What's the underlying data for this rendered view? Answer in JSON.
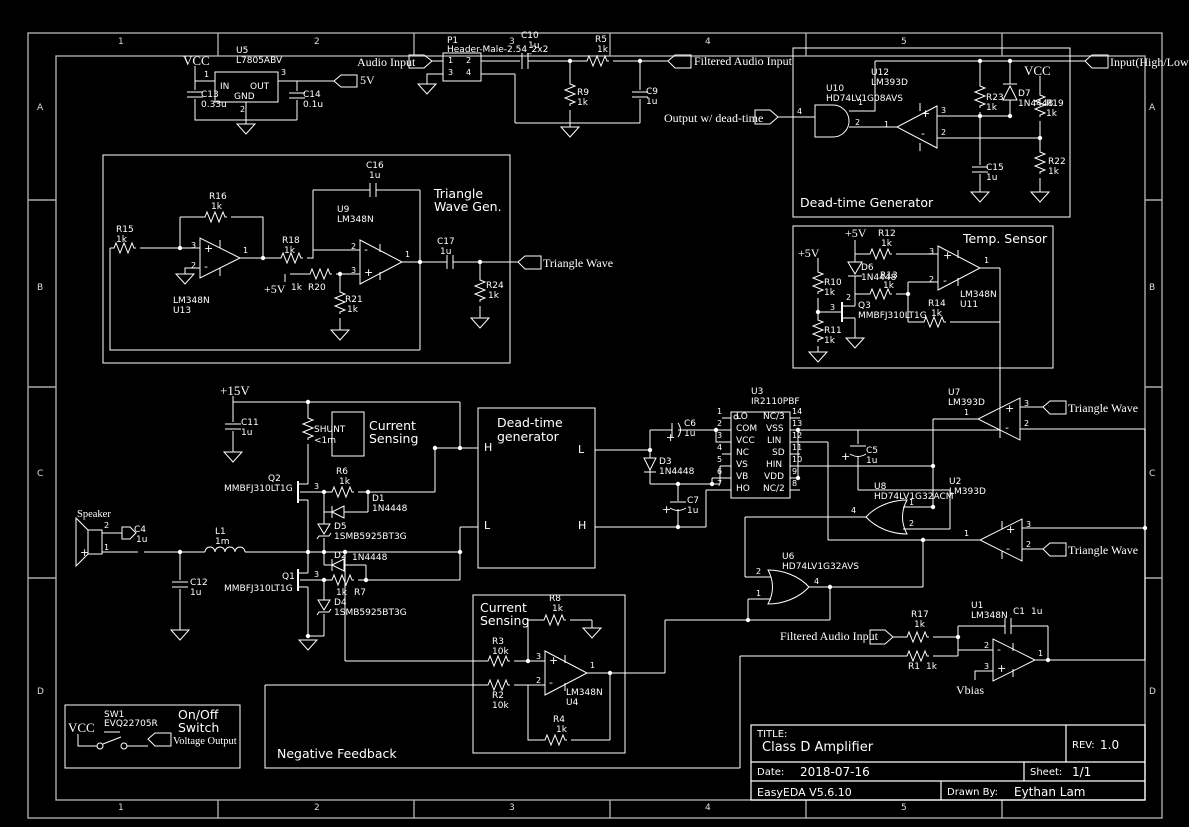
{
  "frame": {
    "cols": [
      "1",
      "2",
      "3",
      "4",
      "5"
    ],
    "rows": [
      "A",
      "B",
      "C",
      "D"
    ]
  },
  "title_block": {
    "title_label": "TITLE:",
    "title": "Class D Amplifier",
    "rev_label": "REV:",
    "rev": "1.0",
    "date_label": "Date:",
    "date": "2018-07-16",
    "sheet_label": "Sheet:",
    "sheet": "1/1",
    "tool": "EasyEDA V5.6.10",
    "drawn_by_label": "Drawn By:",
    "drawn_by": "Eythan Lam"
  },
  "sections": {
    "dead_time_generator": "Dead-time Generator",
    "triangle1": "Triangle",
    "triangle2": "Wave Gen.",
    "temp_sensor": "Temp. Sensor",
    "current1": "Current",
    "current2": "Sensing",
    "dtg1": "Dead-time",
    "dtg2": "generator",
    "onoff1": "On/Off",
    "onoff2": "Switch",
    "neg_fb": "Negative Feedback",
    "speaker": "Speaker"
  },
  "ports": {
    "audio_input": "Audio Input",
    "filtered_audio_input": "Filtered Audio Input",
    "output_dead_time": "Output w/ dead-time",
    "input_high_low": "Input(High/Low)",
    "triangle_wave": "Triangle Wave",
    "voltage_output": "Voltage Output",
    "v5": "5V"
  },
  "nets": {
    "vcc": "VCC",
    "p5": "+5V",
    "p15": "+15V",
    "vbias": "Vbias"
  },
  "pins": {
    "n1": "1",
    "n2": "2",
    "n3": "3",
    "n4": "4",
    "n5": "5",
    "n6": "6",
    "n7": "7",
    "n8": "8",
    "n9": "9",
    "n10": "10",
    "n11": "11",
    "n12": "12",
    "n13": "13",
    "n14": "14",
    "plus": "+",
    "minus": "-"
  },
  "reg": {
    "in": "IN",
    "out": "OUT",
    "gnd": "GND"
  },
  "dt": {
    "h": "H",
    "l": "L"
  },
  "u3": {
    "left": [
      "LO",
      "COM",
      "VCC",
      "NC",
      "VS",
      "VB",
      "HO"
    ],
    "right": [
      "NC/3",
      "VSS",
      "LIN",
      "SD",
      "HIN",
      "VDD",
      "NC/2"
    ]
  },
  "parts": {
    "U5": {
      "r": "U5",
      "v": "L7805ABV"
    },
    "C13": {
      "r": "C13",
      "v": "0.33u"
    },
    "C14": {
      "r": "C14",
      "v": "0.1u"
    },
    "P1": {
      "r": "P1",
      "v": "Header-Male-2.54_2x2"
    },
    "C10": {
      "r": "C10",
      "v": "1u"
    },
    "R5": {
      "r": "R5",
      "v": "1k"
    },
    "R9": {
      "r": "R9",
      "v": "1k"
    },
    "C9": {
      "r": "C9",
      "v": "1u"
    },
    "U10": {
      "r": "U10",
      "v": "HD74LV1G08AVS"
    },
    "U12": {
      "r": "U12",
      "v": "LM393D"
    },
    "R23": {
      "r": "R23",
      "v": "1k"
    },
    "D7": {
      "r": "D7",
      "v": "1N4448"
    },
    "R19": {
      "r": "R19",
      "v": "1k"
    },
    "R22": {
      "r": "R22",
      "v": "1k"
    },
    "C15": {
      "r": "C15",
      "v": "1u"
    },
    "R15": {
      "r": "R15",
      "v": "1k"
    },
    "R16": {
      "r": "R16",
      "v": "1k"
    },
    "U13": {
      "r": "U13",
      "v": "LM348N"
    },
    "R18": {
      "r": "R18",
      "v": "1k"
    },
    "R20": {
      "r": "R20",
      "v": "1k"
    },
    "R21": {
      "r": "R21",
      "v": "1k"
    },
    "U9": {
      "r": "U9",
      "v": "LM348N"
    },
    "C16": {
      "r": "C16",
      "v": "1u"
    },
    "C17": {
      "r": "C17",
      "v": "1u"
    },
    "R24": {
      "r": "R24",
      "v": "1k"
    },
    "R12": {
      "r": "R12",
      "v": "1k"
    },
    "R10": {
      "r": "R10",
      "v": "1k"
    },
    "R11": {
      "r": "R11",
      "v": "1k"
    },
    "D6": {
      "r": "D6",
      "v": "1N4448"
    },
    "R13": {
      "r": "R13",
      "v": "1k"
    },
    "Q3": {
      "r": "Q3",
      "v": "MMBFJ310LT1G"
    },
    "R14": {
      "r": "R14",
      "v": "1k"
    },
    "U11": {
      "r": "U11",
      "v": "LM348N"
    },
    "C11": {
      "r": "C11",
      "v": "1u"
    },
    "SHUNT": {
      "r": "SHUNT",
      "v": "<1m"
    },
    "Q2": {
      "r": "Q2",
      "v": "MMBFJ310LT1G"
    },
    "R6": {
      "r": "R6",
      "v": "1k"
    },
    "D1": {
      "r": "D1",
      "v": "1N4448"
    },
    "D5": {
      "r": "D5",
      "v": "1SMB5925BT3G"
    },
    "D2": {
      "r": "D2",
      "v": "1N4448"
    },
    "Q1": {
      "r": "Q1",
      "v": "MMBFJ310LT1G"
    },
    "R7": {
      "r": "R7",
      "v": "1k"
    },
    "D4": {
      "r": "D4",
      "v": "1SMB5925BT3G"
    },
    "C4": {
      "r": "C4",
      "v": "1u"
    },
    "L1": {
      "r": "L1",
      "v": "1m"
    },
    "C12": {
      "r": "C12",
      "v": "1u"
    },
    "C6": {
      "r": "C6",
      "v": "1u"
    },
    "D3": {
      "r": "D3",
      "v": "1N4448"
    },
    "C7": {
      "r": "C7",
      "v": "1u"
    },
    "U3": {
      "r": "U3",
      "v": "IR2110PBF"
    },
    "C5": {
      "r": "C5",
      "v": "1u"
    },
    "U7": {
      "r": "U7",
      "v": "LM393D"
    },
    "U2": {
      "r": "U2",
      "v": "LM393D"
    },
    "U8": {
      "r": "U8",
      "v": "HD74LV1G32ACM"
    },
    "U6": {
      "r": "U6",
      "v": "HD74LV1G32AVS"
    },
    "R17": {
      "r": "R17",
      "v": "1k"
    },
    "R1": {
      "r": "R1",
      "v": "1k"
    },
    "U1": {
      "r": "U1",
      "v": "LM348N"
    },
    "C1": {
      "r": "C1",
      "v": "1u"
    },
    "U4": {
      "r": "U4",
      "v": "LM348N"
    },
    "R8": {
      "r": "R8",
      "v": "1k"
    },
    "R3": {
      "r": "R3",
      "v": "10k"
    },
    "R2": {
      "r": "R2",
      "v": "10k"
    },
    "R4": {
      "r": "R4",
      "v": "1k"
    },
    "SW1": {
      "r": "SW1",
      "v": "EVQ22705R"
    }
  }
}
